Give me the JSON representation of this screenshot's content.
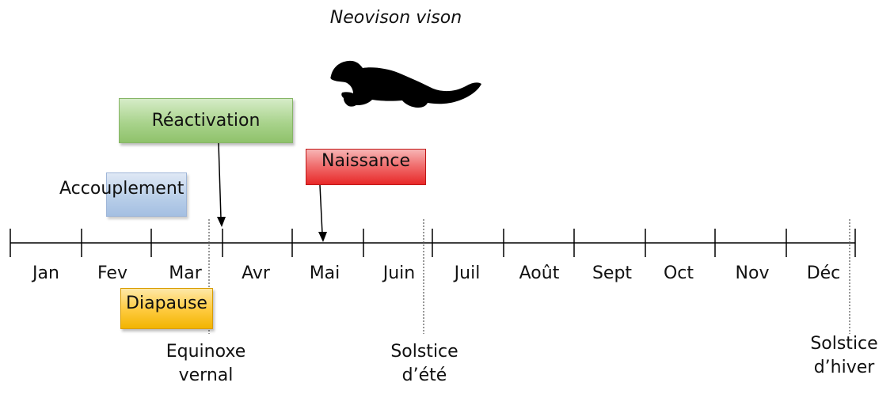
{
  "title": "Neovison vison",
  "months": [
    "Jan",
    "Fev",
    "Mar",
    "Avr",
    "Mai",
    "Juin",
    "Juil",
    "Août",
    "Sept",
    "Oct",
    "Nov",
    "Déc"
  ],
  "boxes": {
    "reactivation": "Réactivation",
    "naissance": "Naissance",
    "accouplement": "Accouplement",
    "diapause": "Diapause"
  },
  "events": {
    "equinox_line1": "Equinoxe",
    "equinox_line2": "vernal",
    "summer_line1": "Solstice",
    "summer_line2": "d’été",
    "winter_line1": "Solstice",
    "winter_line2": "d’hiver"
  },
  "colors": {
    "reactivation": "#a9d38c",
    "naissance": "#e82828",
    "accouplement": "#b7cde8",
    "diapause": "#ffcc44",
    "silhouette": "#000000"
  },
  "icons": {
    "mink": "mink-silhouette-icon"
  }
}
